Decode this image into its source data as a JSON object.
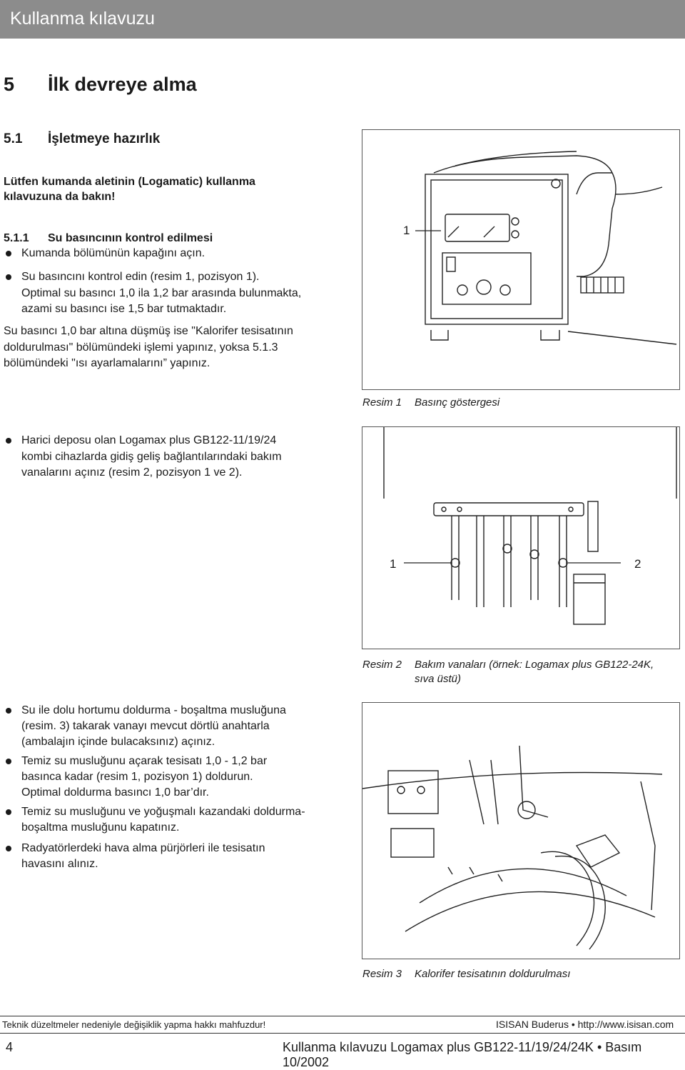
{
  "header": {
    "title": "Kullanma kılavuzu"
  },
  "section": {
    "number": "5",
    "title": "İlk devreye alma"
  },
  "subsection": {
    "number": "5.1",
    "title": "İşletmeye hazırlık"
  },
  "notice": {
    "line1": "Lütfen kumanda aletinin (Logamatic) kullanma",
    "line2": "kılavuzuna da bakın!"
  },
  "subsubsection": {
    "number": "5.1.1",
    "title": "Su basıncının kontrol edilmesi"
  },
  "steps1": {
    "b1": "Kumanda bölümünün kapağını açın.",
    "b2_l1": "Su basıncını kontrol edin (resim 1, pozisyon 1).",
    "b2_l2": "Optimal su basıncı 1,0 ila 1,2 bar arasında bulunmakta,",
    "b2_l3": "azami su basıncı ise 1,5 bar tutmaktadır.",
    "p_l1": "Su basıncı 1,0 bar altına düşmüş ise \"Kalorifer tesisatının",
    "p_l2": "doldurulması\" bölümündeki işlemi yapınız, yoksa 5.1.3",
    "p_l3": "bölümündeki \"ısı ayarlamalarını” yapınız."
  },
  "steps2": {
    "l1": "Harici deposu olan Logamax plus GB122-11/19/24",
    "l2": "kombi cihazlarda gidiş geliş bağlantılarındaki bakım",
    "l3": "vanalarını açınız (resim 2, pozisyon 1 ve 2)."
  },
  "steps3": {
    "a1": "Su ile dolu hortumu doldurma - boşaltma musluğuna",
    "a2": "(resim. 3) takarak vanayı mevcut dörtlü anahtarla",
    "a3": "(ambalajın içinde bulacaksınız) açınız.",
    "b1": "Temiz su musluğunu açarak tesisatı 1,0 - 1,2 bar",
    "b2": "basınca kadar (resim 1, pozisyon 1) doldurun.",
    "b3": "Optimal doldurma basıncı 1,0 bar’dır.",
    "c1": "Temiz su musluğunu ve yoğuşmalı kazandaki doldurma-",
    "c2": "boşaltma musluğunu kapatınız.",
    "d1": "Radyatörlerdeki hava alma pürjörleri ile tesisatın",
    "d2": "havasını alınız."
  },
  "figures": {
    "f1": {
      "label": "Resim 1",
      "caption": "Basınç göstergesi",
      "callout": "1"
    },
    "f2": {
      "label": "Resim 2",
      "caption_l1": "Bakım vanaları (örnek: Logamax plus GB122-24K,",
      "caption_l2": "sıva üstü)",
      "callout1": "1",
      "callout2": "2"
    },
    "f3": {
      "label": "Resim 3",
      "caption": "Kalorifer tesisatının doldurulması"
    }
  },
  "footer": {
    "note": "Teknik düzeltmeler nedeniyle değişiklik yapma hakkı mahfuzdur!",
    "company": "ISISAN Buderus • http://www.isisan.com",
    "page": "4",
    "doc": "Kullanma kılavuzu Logamax plus GB122-11/19/24/24K • Basım 10/2002"
  }
}
